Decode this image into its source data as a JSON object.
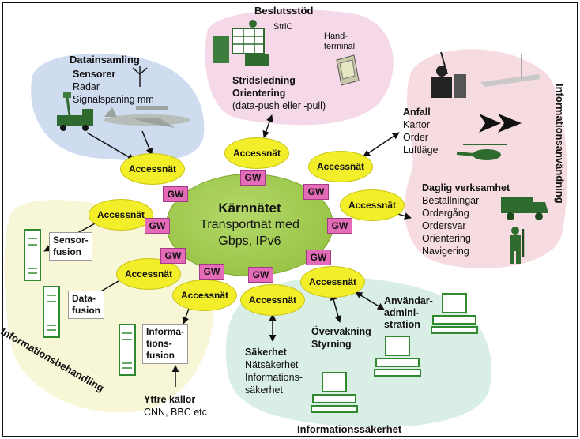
{
  "regions": {
    "beslutsstod": "Beslutsstöd",
    "datainsamling": "Datainsamling",
    "informationsanvandning": "Informationsanvändning",
    "informationsbehandling": "Informationsbehandling",
    "informationssakerhet": "Informationssäkerhet"
  },
  "core": {
    "title": "Kärnnätet",
    "line1": "Transportnät med",
    "line2": "Gbps, IPv6"
  },
  "access_label": "Accessnät",
  "gw_label": "GW",
  "datainsamling": {
    "sensorer": "Sensorer",
    "radar": "Radar",
    "signalspaning": "Signalspaning mm"
  },
  "beslutsstod": {
    "stric": "StriC",
    "hand1": "Hand-",
    "hand2": "terminal",
    "strid1": "Stridsledning",
    "strid2": "Orientering",
    "strid3": "(data-push eller -pull)"
  },
  "informationsanvandning": {
    "anfall": "Anfall",
    "kartor": "Kartor",
    "order": "Order",
    "luftlage": "Luftläge",
    "daglig": "Daglig verksamhet",
    "bestallningar": "Beställningar",
    "ordergang": "Ordergång",
    "ordersvar": "Ordersvar",
    "orientering": "Orientering",
    "navigering": "Navigering"
  },
  "informationsbehandling": {
    "sensor1": "Sensor-",
    "sensor2": "fusion",
    "data1": "Data-",
    "data2": "fusion",
    "info1": "Informa-",
    "info2": "tions-",
    "info3": "fusion",
    "yttre": "Yttre källor",
    "cnn": "CNN, BBC etc"
  },
  "informationssakerhet": {
    "sakerhet": "Säkerhet",
    "natsakerhet": "Nätsäkerhet",
    "info1": "Informations-",
    "info2": "säkerhet",
    "overv1": "Övervakning",
    "overv2": "Styrning",
    "anv1": "Användar-",
    "anv2": "admini-",
    "anv3": "stration"
  }
}
